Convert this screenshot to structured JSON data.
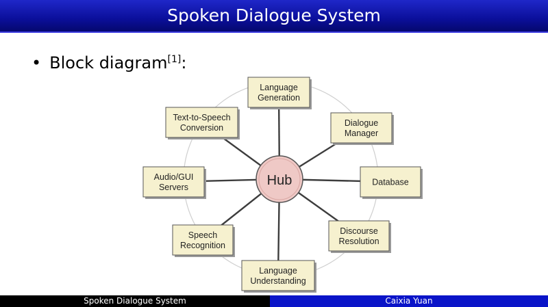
{
  "slide": {
    "title": "Spoken Dialogue System",
    "bullet_text": "Block diagram",
    "bullet_ref": "[1]",
    "bullet_suffix": ":"
  },
  "diagram": {
    "hub_label": "Hub",
    "nodes": [
      {
        "id": "language-generation",
        "lines": [
          "Language",
          "Generation"
        ]
      },
      {
        "id": "dialogue-manager",
        "lines": [
          "Dialogue",
          "Manager"
        ]
      },
      {
        "id": "database",
        "lines": [
          "Database"
        ]
      },
      {
        "id": "discourse-resolution",
        "lines": [
          "Discourse",
          "Resolution"
        ]
      },
      {
        "id": "language-understanding",
        "lines": [
          "Language",
          "Understanding"
        ]
      },
      {
        "id": "speech-recognition",
        "lines": [
          "Speech",
          "Recognition"
        ]
      },
      {
        "id": "audio-gui-servers",
        "lines": [
          "Audio/GUI",
          "Servers"
        ]
      },
      {
        "id": "text-to-speech-conversion",
        "lines": [
          "Text-to-Speech",
          "Conversion"
        ]
      }
    ]
  },
  "footer": {
    "left": "Spoken Dialogue System",
    "right": "Caixia Yuan"
  }
}
